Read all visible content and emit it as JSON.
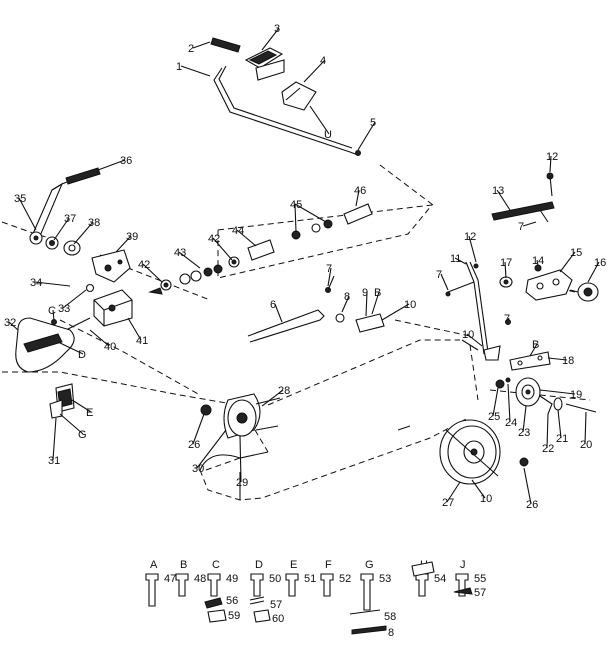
{
  "diagram": {
    "callouts": [
      {
        "key": "1",
        "text": "1"
      },
      {
        "key": "2",
        "text": "2"
      },
      {
        "key": "3",
        "text": "3"
      },
      {
        "key": "4",
        "text": "4"
      },
      {
        "key": "5",
        "text": "5"
      },
      {
        "key": "6",
        "text": "6"
      },
      {
        "key": "7a",
        "text": "7"
      },
      {
        "key": "7b",
        "text": "7"
      },
      {
        "key": "7c",
        "text": "7"
      },
      {
        "key": "7d",
        "text": "7"
      },
      {
        "key": "8",
        "text": "8"
      },
      {
        "key": "9",
        "text": "9"
      },
      {
        "key": "10a",
        "text": "10"
      },
      {
        "key": "10b",
        "text": "10"
      },
      {
        "key": "10c",
        "text": "10"
      },
      {
        "key": "11",
        "text": "11"
      },
      {
        "key": "12a",
        "text": "12"
      },
      {
        "key": "12b",
        "text": "12"
      },
      {
        "key": "13",
        "text": "13"
      },
      {
        "key": "14",
        "text": "14"
      },
      {
        "key": "15",
        "text": "15"
      },
      {
        "key": "16",
        "text": "16"
      },
      {
        "key": "17",
        "text": "17"
      },
      {
        "key": "18",
        "text": "18"
      },
      {
        "key": "19",
        "text": "19"
      },
      {
        "key": "20",
        "text": "20"
      },
      {
        "key": "21",
        "text": "21"
      },
      {
        "key": "22",
        "text": "22"
      },
      {
        "key": "23",
        "text": "23"
      },
      {
        "key": "24",
        "text": "24"
      },
      {
        "key": "25",
        "text": "25"
      },
      {
        "key": "26a",
        "text": "26"
      },
      {
        "key": "26b",
        "text": "26"
      },
      {
        "key": "27",
        "text": "27"
      },
      {
        "key": "28",
        "text": "28"
      },
      {
        "key": "29",
        "text": "29"
      },
      {
        "key": "30",
        "text": "30"
      },
      {
        "key": "31",
        "text": "31"
      },
      {
        "key": "32",
        "text": "32"
      },
      {
        "key": "33",
        "text": "33"
      },
      {
        "key": "34",
        "text": "34"
      },
      {
        "key": "35",
        "text": "35"
      },
      {
        "key": "36",
        "text": "36"
      },
      {
        "key": "37",
        "text": "37"
      },
      {
        "key": "38",
        "text": "38"
      },
      {
        "key": "39",
        "text": "39"
      },
      {
        "key": "40",
        "text": "40"
      },
      {
        "key": "41",
        "text": "41"
      },
      {
        "key": "42a",
        "text": "42"
      },
      {
        "key": "42b",
        "text": "42"
      },
      {
        "key": "43",
        "text": "43"
      },
      {
        "key": "44",
        "text": "44"
      },
      {
        "key": "45",
        "text": "45"
      },
      {
        "key": "46",
        "text": "46"
      },
      {
        "key": "Ba",
        "text": "B"
      },
      {
        "key": "Bb",
        "text": "B"
      },
      {
        "key": "C",
        "text": "C"
      },
      {
        "key": "D",
        "text": "D"
      },
      {
        "key": "E",
        "text": "E"
      },
      {
        "key": "G",
        "text": "G"
      },
      {
        "key": "U",
        "text": "U"
      }
    ],
    "hardware_legend": [
      {
        "letter": "A",
        "number": "47"
      },
      {
        "letter": "B",
        "number": "48"
      },
      {
        "letter": "C",
        "number": "49"
      },
      {
        "letter": "D",
        "number": "50"
      },
      {
        "letter": "E",
        "number": "51"
      },
      {
        "letter": "F",
        "number": "52"
      },
      {
        "letter": "G",
        "number": "53"
      },
      {
        "letter": "H",
        "number": "54"
      },
      {
        "letter": "J",
        "number": "55"
      }
    ],
    "extra_legend": [
      "56",
      "57",
      "59",
      "60",
      "58",
      "8",
      "57"
    ]
  }
}
